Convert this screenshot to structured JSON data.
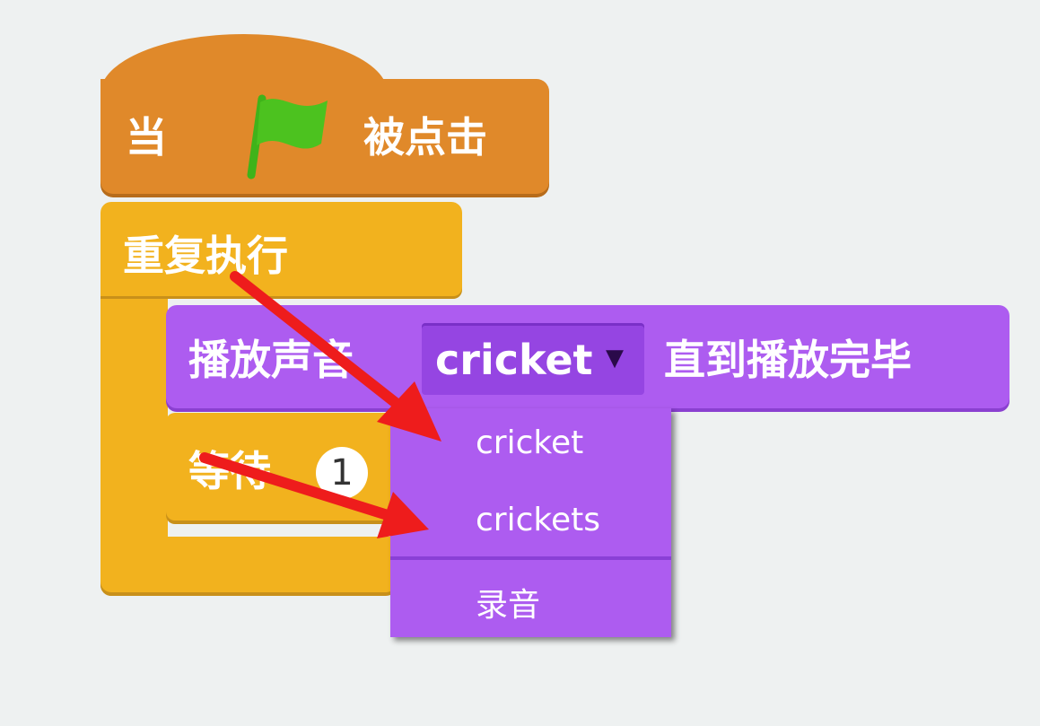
{
  "hat_block": {
    "prefix": "当",
    "icon": "green-flag-icon",
    "suffix": "被点击",
    "color": "#e0892a"
  },
  "forever_block": {
    "label": "重复执行",
    "color": "#f2b21e"
  },
  "sound_block": {
    "prefix": "播放声音",
    "selected_sound": "cricket",
    "suffix": "直到播放完毕",
    "color": "#ad5cf0"
  },
  "wait_block": {
    "label": "等待",
    "value": "1"
  },
  "dropdown_menu": {
    "items": [
      "cricket",
      "crickets"
    ],
    "record_label": "录音"
  },
  "annotation_color": "#ee1c1c"
}
